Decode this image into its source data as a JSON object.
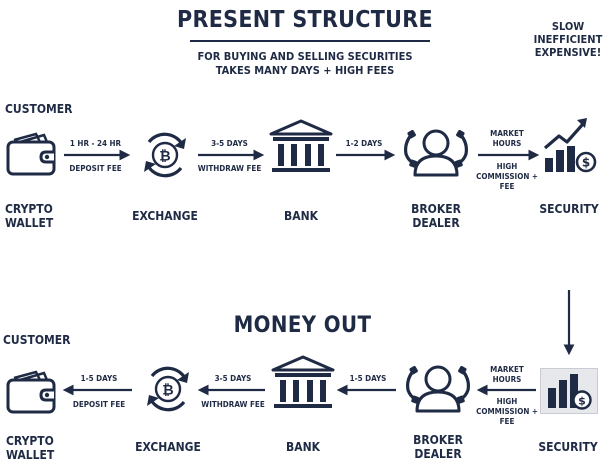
{
  "title": "PRESENT STRUCTURE",
  "subtitle_line1": "FOR BUYING AND SELLING  SECURITIES",
  "subtitle_line2": "TAKES MANY DAYS + HIGH FEES",
  "side_note": [
    "SLOW",
    "INEFFICIENT",
    "EXPENSIVE!"
  ],
  "top_flow": {
    "customer_label": "CUSTOMER",
    "nodes": {
      "wallet": [
        "CRYPTO",
        "WALLET"
      ],
      "exchange": "EXCHANGE",
      "bank": "BANK",
      "broker": [
        "BROKER",
        "DEALER"
      ],
      "security": "SECURITY"
    },
    "edges": {
      "wallet_exchange": {
        "time": "1 HR - 24 HR",
        "fee": "DEPOSIT FEE"
      },
      "exchange_bank": {
        "time": "3-5 DAYS",
        "fee": "WITHDRAW FEE"
      },
      "bank_broker": {
        "time": "1-2 DAYS"
      },
      "broker_security": {
        "time": [
          "MARKET",
          "HOURS"
        ],
        "fee": [
          "HIGH",
          "COMMISSION +",
          "FEE"
        ]
      }
    }
  },
  "money_out_title": "MONEY OUT",
  "bottom_flow": {
    "customer_label": "CUSTOMER",
    "nodes": {
      "wallet": [
        "CRYPTO",
        "WALLET"
      ],
      "exchange": "EXCHANGE",
      "bank": "BANK",
      "broker": [
        "BROKER",
        "DEALER"
      ],
      "security": "SECURITY"
    },
    "edges": {
      "exchange_wallet": {
        "time": "1-5 DAYS",
        "fee": "DEPOSIT FEE"
      },
      "bank_exchange": {
        "time": "3-5 DAYS",
        "fee": "WITHDRAW FEE"
      },
      "broker_bank": {
        "time": "1-5 DAYS"
      },
      "security_broker": {
        "time": [
          "MARKET",
          "HOURS"
        ],
        "fee": [
          "HIGH",
          "COMMISSION +",
          "FEE"
        ]
      }
    }
  },
  "colors": {
    "navy": "#1f2a44",
    "background": "#ffffff"
  },
  "icons": [
    "wallet-icon",
    "bitcoin-exchange-icon",
    "bank-icon",
    "broker-headset-icon",
    "security-chart-icon",
    "arrow-icon"
  ]
}
